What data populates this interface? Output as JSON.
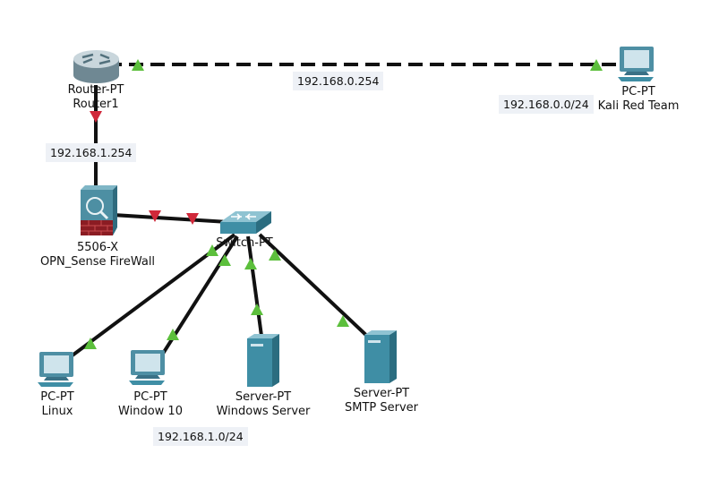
{
  "devices": {
    "router": {
      "model": "Router-PT",
      "name": "Router1",
      "icon": "router-icon"
    },
    "firewall": {
      "model": "5506-X",
      "name": "OPN_Sense FireWall",
      "icon": "firewall-icon"
    },
    "switch": {
      "model": "Switch-PT",
      "name": "",
      "icon": "switch-icon"
    },
    "kali": {
      "model": "PC-PT",
      "name": "Kali Red Team",
      "icon": "pc-icon"
    },
    "linux": {
      "model": "PC-PT",
      "name": "Linux",
      "icon": "pc-icon"
    },
    "win10": {
      "model": "PC-PT",
      "name": "Window 10",
      "icon": "pc-icon"
    },
    "winsrv": {
      "model": "Server-PT",
      "name": "Windows Server",
      "icon": "server-icon"
    },
    "smtp": {
      "model": "Server-PT",
      "name": "SMTP Server",
      "icon": "server-icon"
    }
  },
  "ip_labels": {
    "router_wan": "192.168.0.254",
    "wan_net": "192.168.0.0/24",
    "router_lan": "192.168.1.254",
    "lan_net": "192.168.1.0/24"
  },
  "colors": {
    "link": "#111111",
    "link_up": "#5cbf3c",
    "link_down": "#d0283a",
    "device_teal": "#3f8ea5",
    "label_bg": "#eef1f6"
  },
  "links": [
    {
      "from": "router",
      "to": "kali",
      "style": "dashed",
      "status": [
        "up",
        "up"
      ]
    },
    {
      "from": "router",
      "to": "firewall",
      "style": "solid",
      "status": [
        "down",
        "none"
      ]
    },
    {
      "from": "firewall",
      "to": "switch",
      "style": "solid",
      "status": [
        "down",
        "down"
      ]
    },
    {
      "from": "switch",
      "to": "linux",
      "style": "solid",
      "status": [
        "up",
        "up"
      ]
    },
    {
      "from": "switch",
      "to": "win10",
      "style": "solid",
      "status": [
        "up",
        "up"
      ]
    },
    {
      "from": "switch",
      "to": "winsrv",
      "style": "solid",
      "status": [
        "up",
        "up"
      ]
    },
    {
      "from": "switch",
      "to": "smtp",
      "style": "solid",
      "status": [
        "up",
        "up"
      ]
    }
  ]
}
